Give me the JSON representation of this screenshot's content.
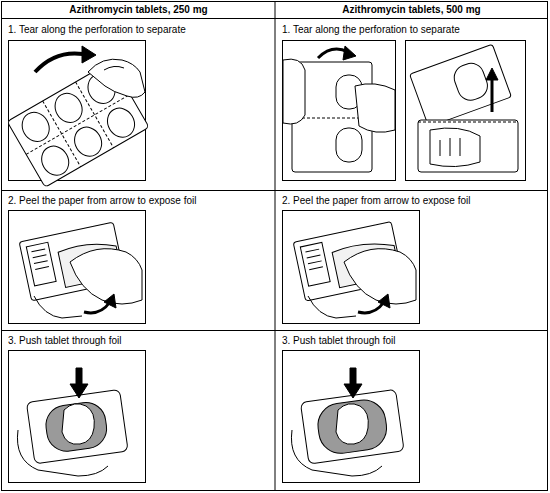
{
  "diagram": {
    "labels": [
      "Azithromycin tablets, 250 mg",
      "Azithromycin tablets, 500 mg",
      "1. Tear along the perforation to separate",
      "1. Tear along the perforation to separate",
      "2. Peel the paper from arrow to expose foil",
      "2. Peel the paper from arrow to expose foil",
      "3. Push tablet through foil",
      "3. Push tablet through foil"
    ]
  }
}
